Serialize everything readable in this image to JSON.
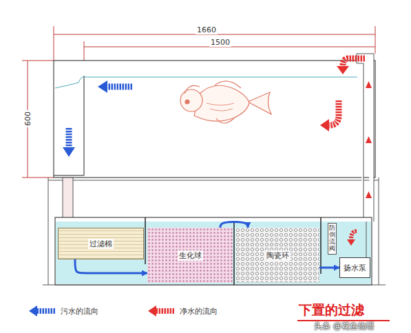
{
  "diagram": {
    "caption": "下置的过滤",
    "nodes": [
      {
        "text": [
          "过滤棉"
        ]
      },
      {
        "text": [
          "生化球"
        ]
      },
      {
        "text": [
          "陶瓷环"
        ]
      },
      {
        "text": [
          "防倒流阀"
        ]
      },
      {
        "text": [
          "扬水泵"
        ]
      }
    ],
    "edges": [
      {
        "from": 0,
        "to": 1,
        "arrow": "to"
      },
      {
        "from": 1,
        "to": 2,
        "arrow": "to"
      },
      {
        "from": 2,
        "to": 4,
        "arrow": "to"
      }
    ],
    "labels": [
      "1660",
      "1500",
      "600",
      "头条 @花鱼物语"
    ],
    "legend": [
      {
        "text": "污水的流向"
      },
      {
        "text": "净水的流向"
      }
    ]
  }
}
